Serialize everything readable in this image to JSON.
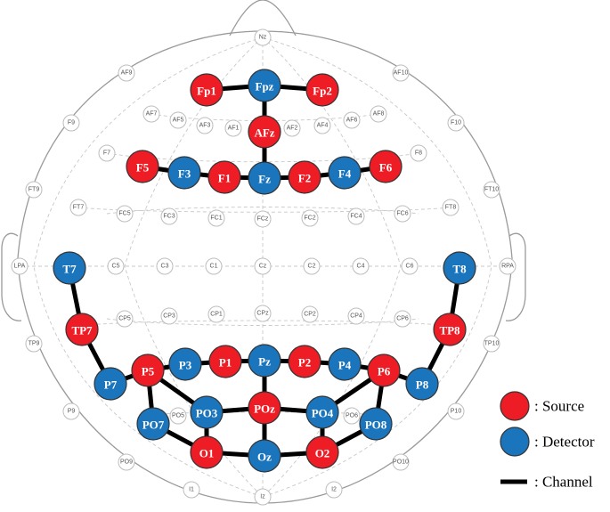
{
  "colors": {
    "source": "#ee1c25",
    "detector": "#1b75bc",
    "channel": "#000000"
  },
  "legend": {
    "source": ": Source",
    "detector": ": Detector",
    "channel": ": Channel"
  },
  "reference_labels": [
    "Nz",
    "AF9",
    "AF10",
    "AF7",
    "AF5",
    "AF3",
    "AF1",
    "AF2",
    "AF4",
    "AF6",
    "AF8",
    "F9",
    "F10",
    "F7",
    "F8",
    "FT9",
    "FT10",
    "FT7",
    "FC5",
    "FC3",
    "FC1",
    "FCz",
    "FC2",
    "FC4",
    "FC6",
    "FT8",
    "LPA",
    "RPA",
    "C5",
    "C3",
    "C1",
    "Cz",
    "C2",
    "C4",
    "C6",
    "TP9",
    "TP10",
    "CP5",
    "CP3",
    "CP1",
    "CPz",
    "CP2",
    "CP4",
    "CP6",
    "P9",
    "P10",
    "PO5",
    "PO6",
    "PO9",
    "PO10",
    "I1",
    "Iz",
    "I2"
  ],
  "optodes": [
    {
      "label": "Fp1",
      "role": "source"
    },
    {
      "label": "Fpz",
      "role": "detector"
    },
    {
      "label": "Fp2",
      "role": "source"
    },
    {
      "label": "AFz",
      "role": "source"
    },
    {
      "label": "F5",
      "role": "source"
    },
    {
      "label": "F3",
      "role": "detector"
    },
    {
      "label": "F1",
      "role": "source"
    },
    {
      "label": "Fz",
      "role": "detector"
    },
    {
      "label": "F2",
      "role": "source"
    },
    {
      "label": "F4",
      "role": "detector"
    },
    {
      "label": "F6",
      "role": "source"
    },
    {
      "label": "T7",
      "role": "detector"
    },
    {
      "label": "TP7",
      "role": "source"
    },
    {
      "label": "P7",
      "role": "detector"
    },
    {
      "label": "T8",
      "role": "detector"
    },
    {
      "label": "TP8",
      "role": "source"
    },
    {
      "label": "P8",
      "role": "detector"
    },
    {
      "label": "P5",
      "role": "source"
    },
    {
      "label": "P3",
      "role": "detector"
    },
    {
      "label": "P1",
      "role": "source"
    },
    {
      "label": "Pz",
      "role": "detector"
    },
    {
      "label": "P2",
      "role": "source"
    },
    {
      "label": "P4",
      "role": "detector"
    },
    {
      "label": "P6",
      "role": "source"
    },
    {
      "label": "PO7",
      "role": "detector"
    },
    {
      "label": "PO3",
      "role": "detector"
    },
    {
      "label": "POz",
      "role": "source"
    },
    {
      "label": "PO4",
      "role": "detector"
    },
    {
      "label": "PO8",
      "role": "detector"
    },
    {
      "label": "O1",
      "role": "source"
    },
    {
      "label": "Oz",
      "role": "detector"
    },
    {
      "label": "O2",
      "role": "source"
    }
  ],
  "channels": [
    [
      "Fp1",
      "Fpz"
    ],
    [
      "Fpz",
      "Fp2"
    ],
    [
      "Fpz",
      "AFz"
    ],
    [
      "AFz",
      "Fz"
    ],
    [
      "F5",
      "F3"
    ],
    [
      "F3",
      "F1"
    ],
    [
      "F1",
      "Fz"
    ],
    [
      "Fz",
      "F2"
    ],
    [
      "F2",
      "F4"
    ],
    [
      "F4",
      "F6"
    ],
    [
      "T7",
      "TP7"
    ],
    [
      "TP7",
      "P7"
    ],
    [
      "T8",
      "TP8"
    ],
    [
      "TP8",
      "P8"
    ],
    [
      "P7",
      "P5"
    ],
    [
      "P5",
      "P3"
    ],
    [
      "P3",
      "P1"
    ],
    [
      "P1",
      "Pz"
    ],
    [
      "Pz",
      "P2"
    ],
    [
      "P2",
      "P4"
    ],
    [
      "P4",
      "P6"
    ],
    [
      "P6",
      "P8"
    ],
    [
      "P5",
      "PO7"
    ],
    [
      "P5",
      "PO3"
    ],
    [
      "P6",
      "PO4"
    ],
    [
      "P6",
      "PO8"
    ],
    [
      "PO7",
      "O1"
    ],
    [
      "PO3",
      "O1"
    ],
    [
      "O1",
      "Oz"
    ],
    [
      "Oz",
      "O2"
    ],
    [
      "PO4",
      "O2"
    ],
    [
      "PO8",
      "O2"
    ],
    [
      "Pz",
      "POz"
    ],
    [
      "POz",
      "PO3"
    ],
    [
      "POz",
      "PO4"
    ],
    [
      "POz",
      "Oz"
    ]
  ]
}
